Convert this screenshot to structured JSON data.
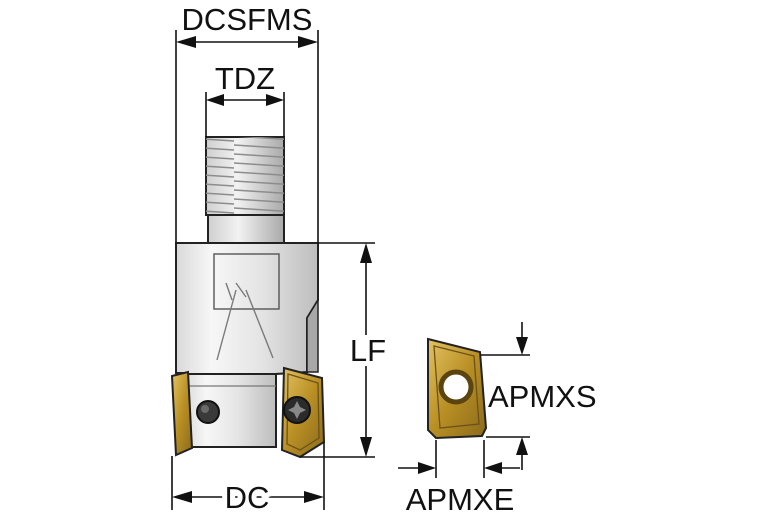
{
  "dimensions": {
    "dcsfms": "DCSFMS",
    "tdz": "TDZ",
    "lf": "LF",
    "dc": "DC",
    "apmxs": "APMXS",
    "apmxe": "APMXE"
  },
  "colors": {
    "line": "#111111",
    "body_light": "#f0f0f0",
    "body_shade": "#c8c8c8",
    "insert_gold": "#c9a23a",
    "insert_dark": "#6b5218"
  },
  "icons": {
    "screw": "torx-screw-icon",
    "insert": "indexable-insert-icon"
  }
}
